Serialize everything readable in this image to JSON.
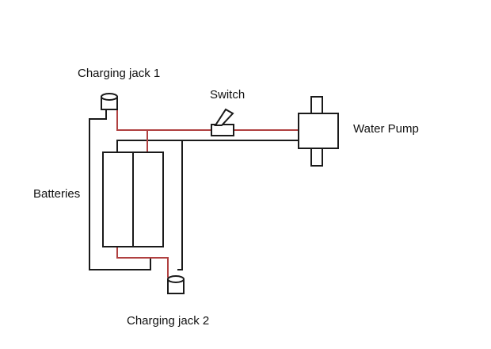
{
  "labels": {
    "charging_jack_1": "Charging jack 1",
    "switch": "Switch",
    "water_pump": "Water Pump",
    "batteries": "Batteries",
    "charging_jack_2": "Charging jack 2"
  },
  "colors": {
    "wire_black": "#1a1a1a",
    "wire_red": "#b04040",
    "background": "#ffffff"
  }
}
